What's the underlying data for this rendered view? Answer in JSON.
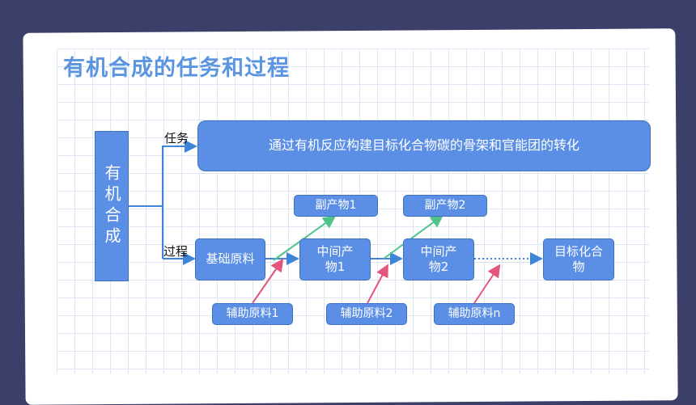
{
  "title": "有机合成的任务和过程",
  "main": "有机合成",
  "branch_labels": {
    "task": "任务",
    "process": "过程"
  },
  "task_text": "通过有机反应构建目标化合物碳的骨架和官能团的转化",
  "nodes": {
    "base": "基础原料",
    "mid1": "中间产物1",
    "mid2": "中间产物2",
    "target": "目标化合物"
  },
  "byproducts": [
    "副产物1",
    "副产物2"
  ],
  "auxiliary": [
    "辅助原料1",
    "辅助原料2",
    "辅助原料n"
  ],
  "colors": {
    "box": "#5b8fe6",
    "green_arrow": "#4fc38a",
    "red_arrow": "#e3557a",
    "blue_line": "#3e84d8"
  }
}
